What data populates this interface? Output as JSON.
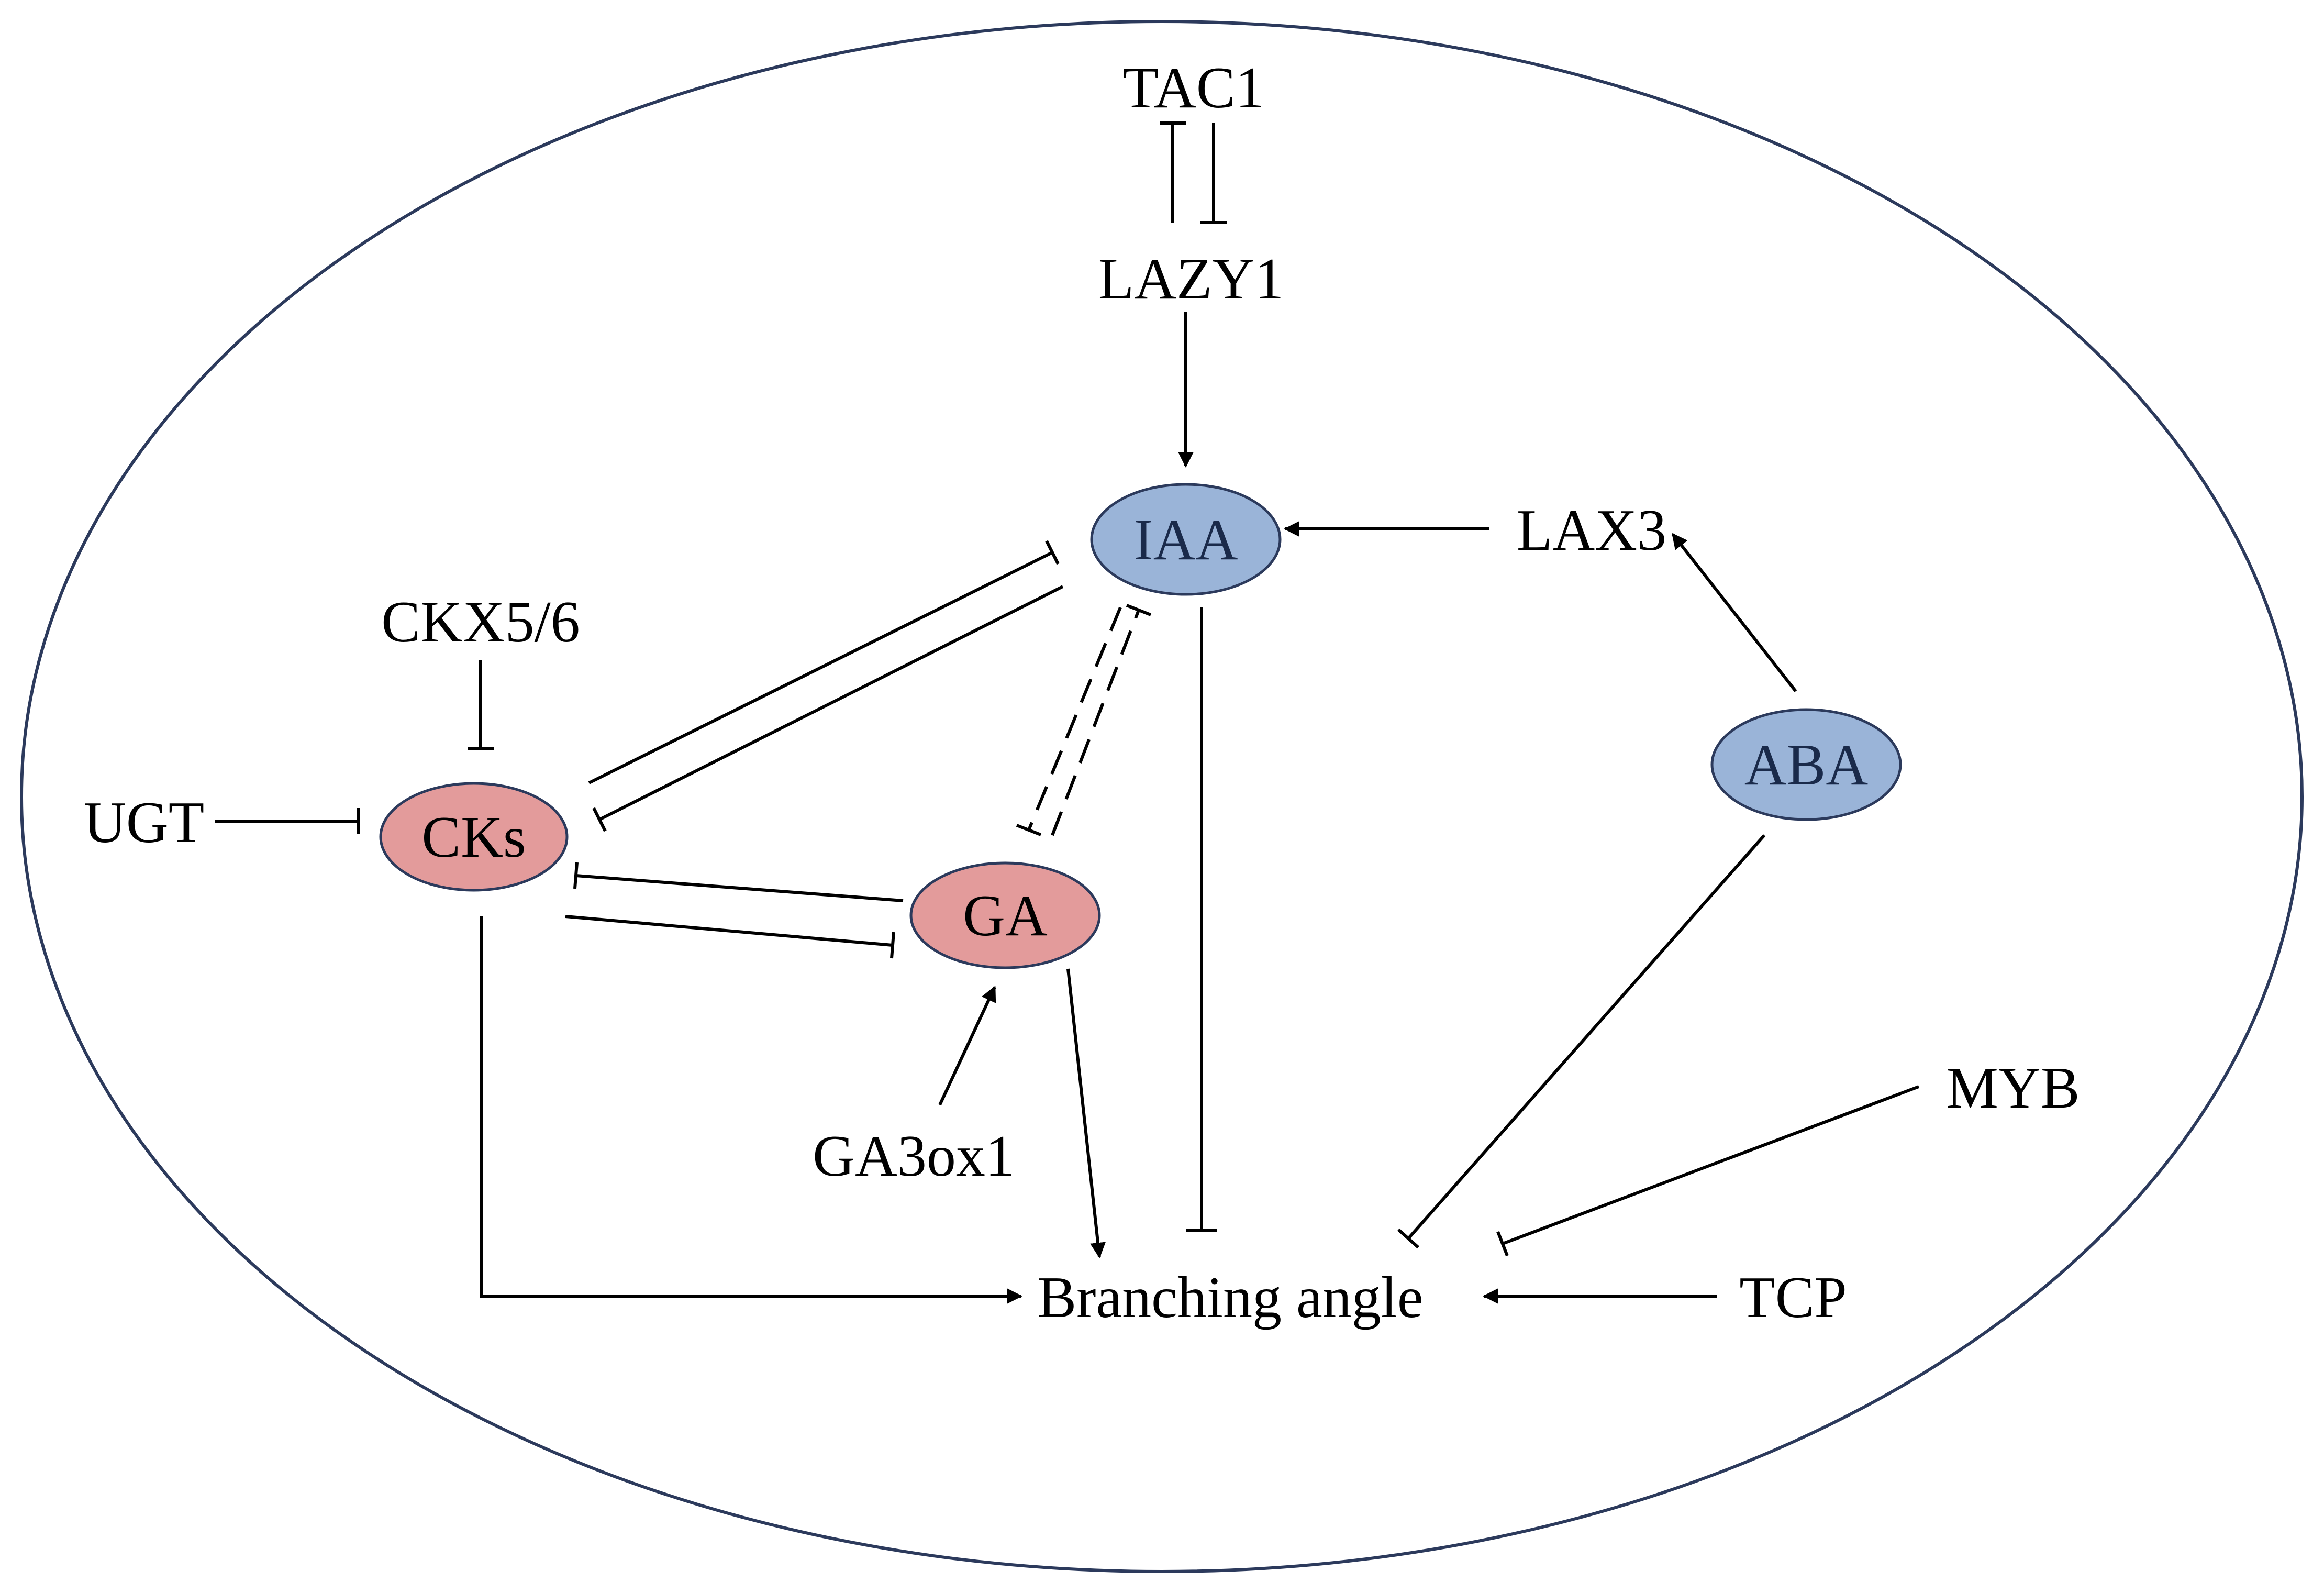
{
  "nodes": {
    "tac1": "TAC1",
    "lazy1": "LAZY1",
    "iaa": "IAA",
    "lax3": "LAX3",
    "ckx": "CKX5/6",
    "ugt": "UGT",
    "cks": "CKs",
    "ga": "GA",
    "aba": "ABA",
    "ga3ox1": "GA3ox1",
    "myb": "MYB",
    "branching": "Branching angle",
    "tcp": "TCP"
  },
  "colors": {
    "blue_fill": "#9ab4d8",
    "red_fill": "#e39b9b",
    "node_stroke": "#2c3a5c",
    "blue_text": "#1a2a4a",
    "outline": "#2c3a5c"
  },
  "edges": [
    {
      "from": "tac1",
      "to": "lazy1",
      "type": "inhibit"
    },
    {
      "from": "lazy1",
      "to": "tac1",
      "type": "inhibit"
    },
    {
      "from": "lazy1",
      "to": "iaa",
      "type": "activate"
    },
    {
      "from": "lax3",
      "to": "iaa",
      "type": "activate"
    },
    {
      "from": "aba",
      "to": "lax3",
      "type": "activate"
    },
    {
      "from": "cks",
      "to": "iaa",
      "type": "inhibit"
    },
    {
      "from": "iaa",
      "to": "cks",
      "type": "inhibit"
    },
    {
      "from": "iaa",
      "to": "ga",
      "type": "inhibit",
      "style": "dashed"
    },
    {
      "from": "ga",
      "to": "iaa",
      "type": "inhibit",
      "style": "dashed"
    },
    {
      "from": "ckx",
      "to": "cks",
      "type": "inhibit"
    },
    {
      "from": "ugt",
      "to": "cks",
      "type": "inhibit"
    },
    {
      "from": "ga",
      "to": "cks",
      "type": "inhibit"
    },
    {
      "from": "cks",
      "to": "ga",
      "type": "inhibit"
    },
    {
      "from": "ga3ox1",
      "to": "ga",
      "type": "activate"
    },
    {
      "from": "iaa",
      "to": "branching",
      "type": "inhibit"
    },
    {
      "from": "ga",
      "to": "branching",
      "type": "activate"
    },
    {
      "from": "cks",
      "to": "branching",
      "type": "activate"
    },
    {
      "from": "aba",
      "to": "branching",
      "type": "inhibit"
    },
    {
      "from": "myb",
      "to": "branching",
      "type": "inhibit"
    },
    {
      "from": "tcp",
      "to": "branching",
      "type": "activate"
    }
  ]
}
